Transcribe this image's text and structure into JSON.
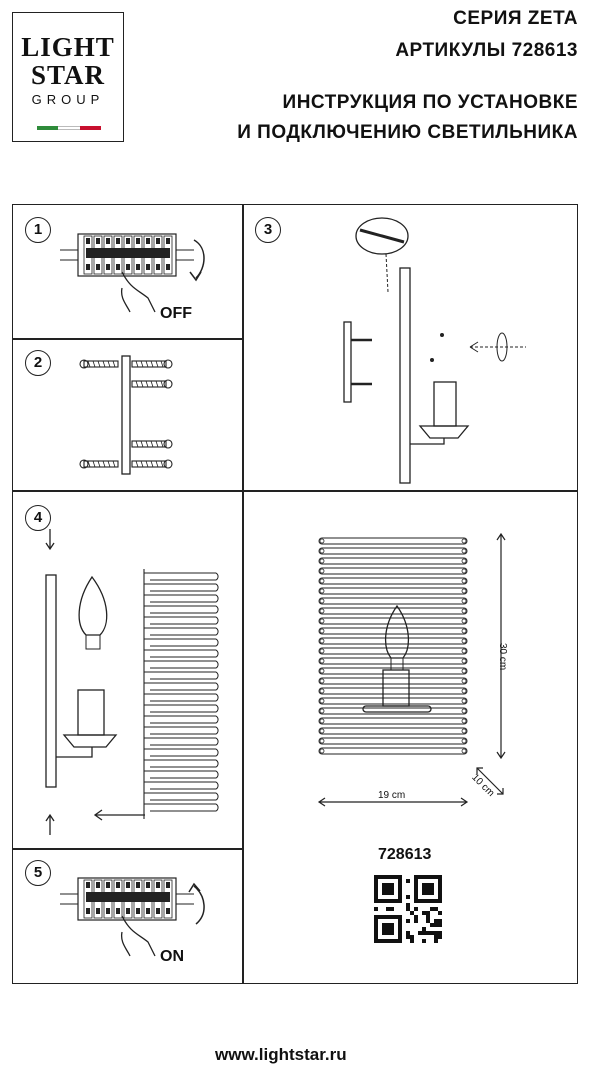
{
  "logo": {
    "line1": "LIGHT",
    "line2": "STAR",
    "line3": "GROUP",
    "flag_colors": [
      "#2e8b3a",
      "#ffffff",
      "#c8102e"
    ]
  },
  "header": {
    "series": "СЕРИЯ ZETA",
    "articles": "АРТИКУЛЫ 728613",
    "title_line1": "ИНСТРУКЦИЯ ПО УСТАНОВКЕ",
    "title_line2": "И ПОДКЛЮЧЕНИЮ СВЕТИЛЬНИКА"
  },
  "steps": [
    {
      "number": "1",
      "label": "OFF"
    },
    {
      "number": "2"
    },
    {
      "number": "3"
    },
    {
      "number": "4"
    },
    {
      "number": "5",
      "label": "ON"
    }
  ],
  "dimensions": {
    "height": "30 cm",
    "width": "19 cm",
    "depth": "10 cm"
  },
  "article_number": "728613",
  "website": "www.lightstar.ru",
  "icons": [
    "breaker-panel-icon",
    "hand-icon",
    "rotate-arrow-icon",
    "screw-icon",
    "wall-plate-icon",
    "sconce-icon",
    "bulb-icon",
    "shade-icon",
    "qr-code-icon"
  ]
}
